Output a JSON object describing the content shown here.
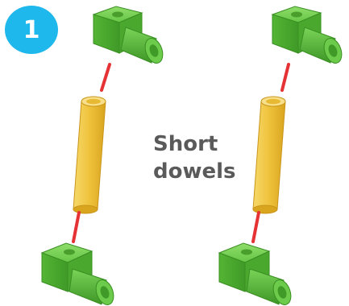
{
  "step": {
    "number": "1"
  },
  "label": {
    "line1": "Short",
    "line2": "dowels"
  },
  "colors": {
    "badge": "#1fb8ec",
    "connector_green": "#5cbc3c",
    "dowel_yellow": "#f0c43a",
    "link_red": "#e53234",
    "label_text": "#5a5a5a"
  },
  "assemblies": [
    {
      "name": "left-assembly",
      "parts": [
        "top-connector",
        "short-dowel",
        "bottom-connector"
      ]
    },
    {
      "name": "right-assembly",
      "parts": [
        "top-connector",
        "short-dowel",
        "bottom-connector"
      ]
    }
  ]
}
